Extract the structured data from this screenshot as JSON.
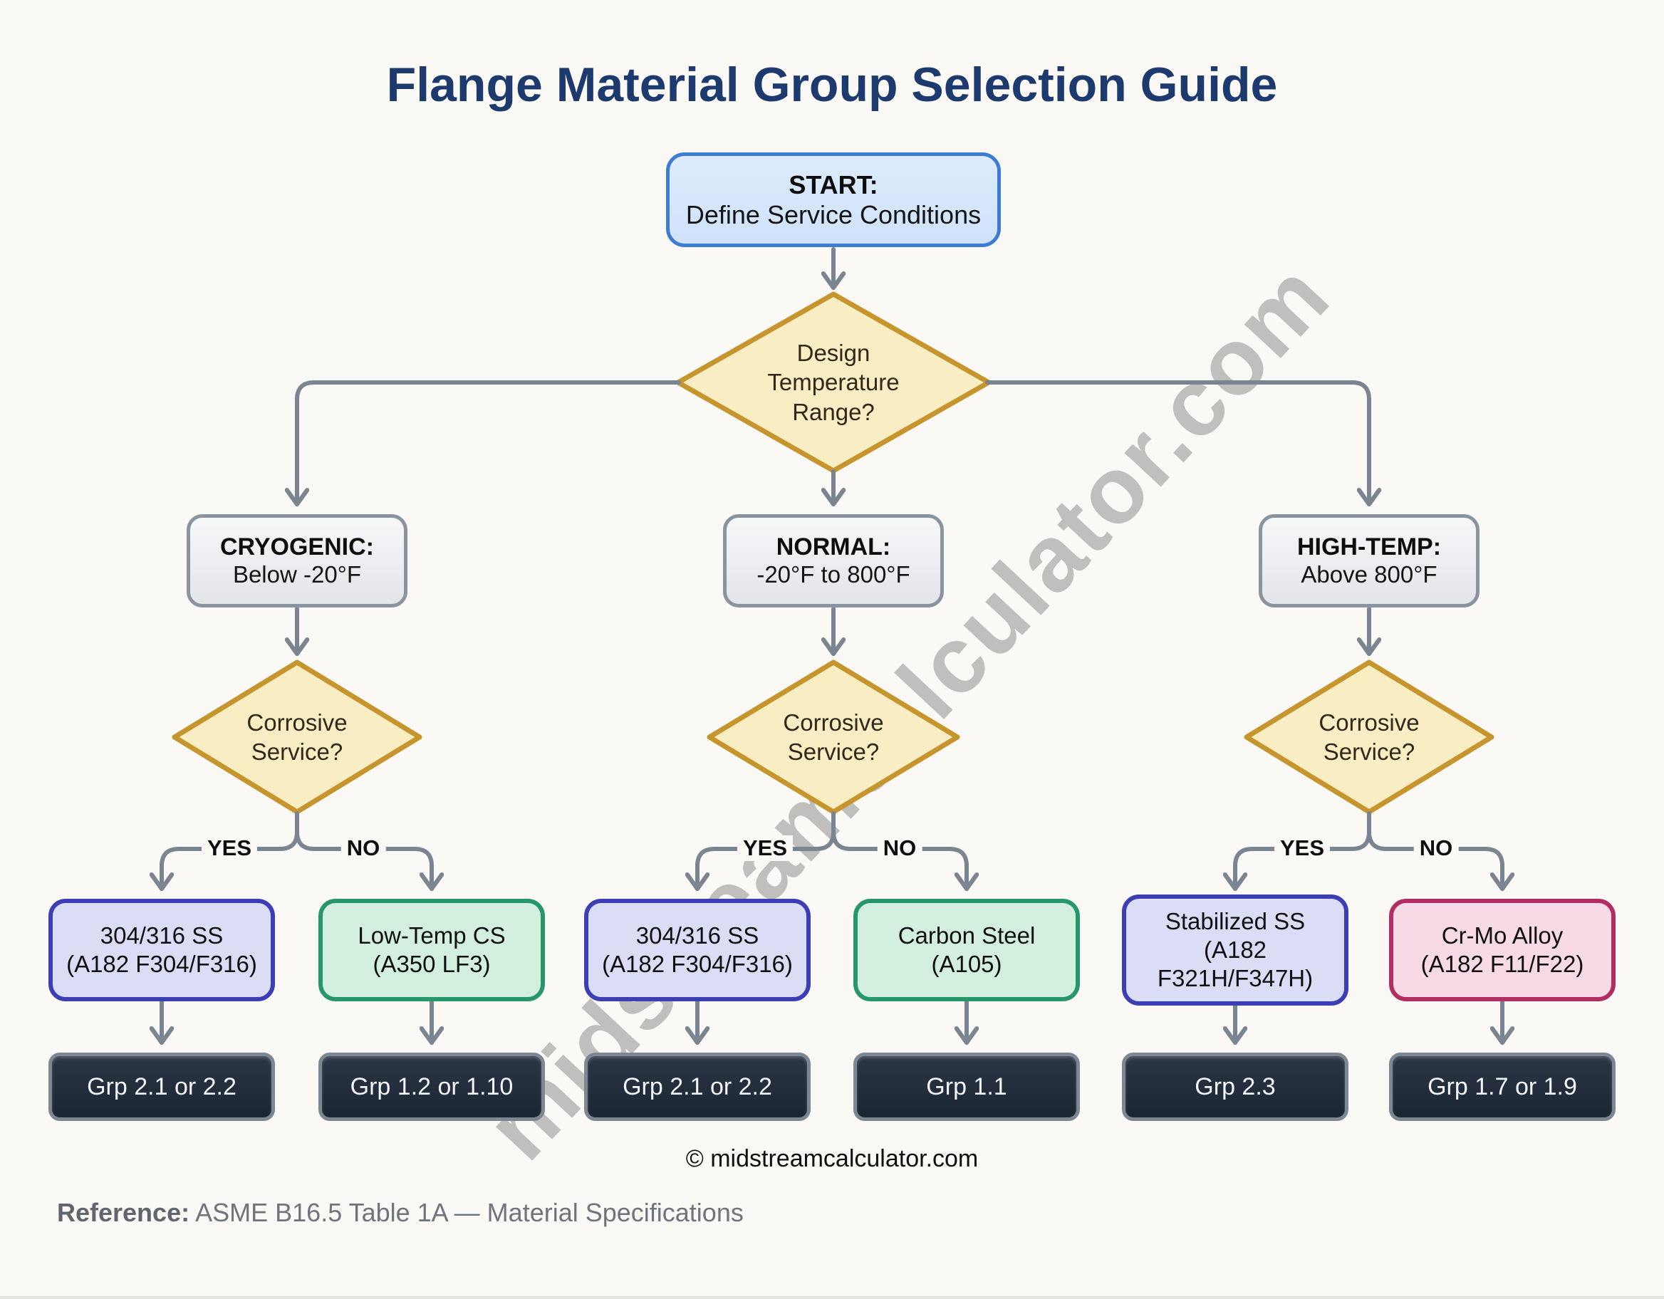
{
  "title": "Flange Material Group Selection Guide",
  "watermark": "midstreamcalculator.com",
  "colors": {
    "title": "#1d3a6e",
    "start_fill": "#d6e7fb",
    "start_border": "#3c7cd2",
    "decision_fill": "#f9edc4",
    "decision_border": "#c6952d",
    "condition_fill": "#eceef2",
    "condition_border": "#8a94a0",
    "connector": "#7b8591",
    "stainless_fill": "#dbdcf6",
    "stainless_border": "#3c3eb3",
    "carbon_fill": "#d3f0de",
    "carbon_border": "#27966a",
    "alloy_fill": "#f8d9e6",
    "alloy_border": "#b22e62",
    "group_fill": "#1f2a38",
    "group_border": "#7d8793"
  },
  "flowchart": {
    "start": {
      "title": "START:",
      "subtitle": "Define Service Conditions"
    },
    "root_decision": "Design Temperature Range?",
    "branches": [
      {
        "condition_title": "CRYOGENIC:",
        "condition_subtitle": "Below -20°F",
        "decision": "Corrosive Service?",
        "yes_label": "YES",
        "no_label": "NO",
        "yes": {
          "material_name": "304/316 SS",
          "material_spec": "(A182 F304/F316)",
          "group": "Grp 2.1 or 2.2"
        },
        "no": {
          "material_name": "Low-Temp CS",
          "material_spec": "(A350 LF3)",
          "group": "Grp 1.2 or 1.10"
        }
      },
      {
        "condition_title": "NORMAL:",
        "condition_subtitle": "-20°F to 800°F",
        "decision": "Corrosive Service?",
        "yes_label": "YES",
        "no_label": "NO",
        "yes": {
          "material_name": "304/316 SS",
          "material_spec": "(A182 F304/F316)",
          "group": "Grp 2.1 or 2.2"
        },
        "no": {
          "material_name": "Carbon Steel",
          "material_spec": "(A105)",
          "group": "Grp 1.1"
        }
      },
      {
        "condition_title": "HIGH-TEMP:",
        "condition_subtitle": "Above 800°F",
        "decision": "Corrosive Service?",
        "yes_label": "YES",
        "no_label": "NO",
        "yes": {
          "material_name": "Stabilized SS",
          "material_spec": "(A182 F321H/F347H)",
          "group": "Grp 2.3"
        },
        "no": {
          "material_name": "Cr-Mo Alloy",
          "material_spec": "(A182 F11/F22)",
          "group": "Grp 1.7 or 1.9"
        }
      }
    ]
  },
  "footer": {
    "copyright": "© midstreamcalculator.com",
    "reference_label": "Reference:",
    "reference_text": " ASME B16.5 Table 1A — Material Specifications"
  }
}
